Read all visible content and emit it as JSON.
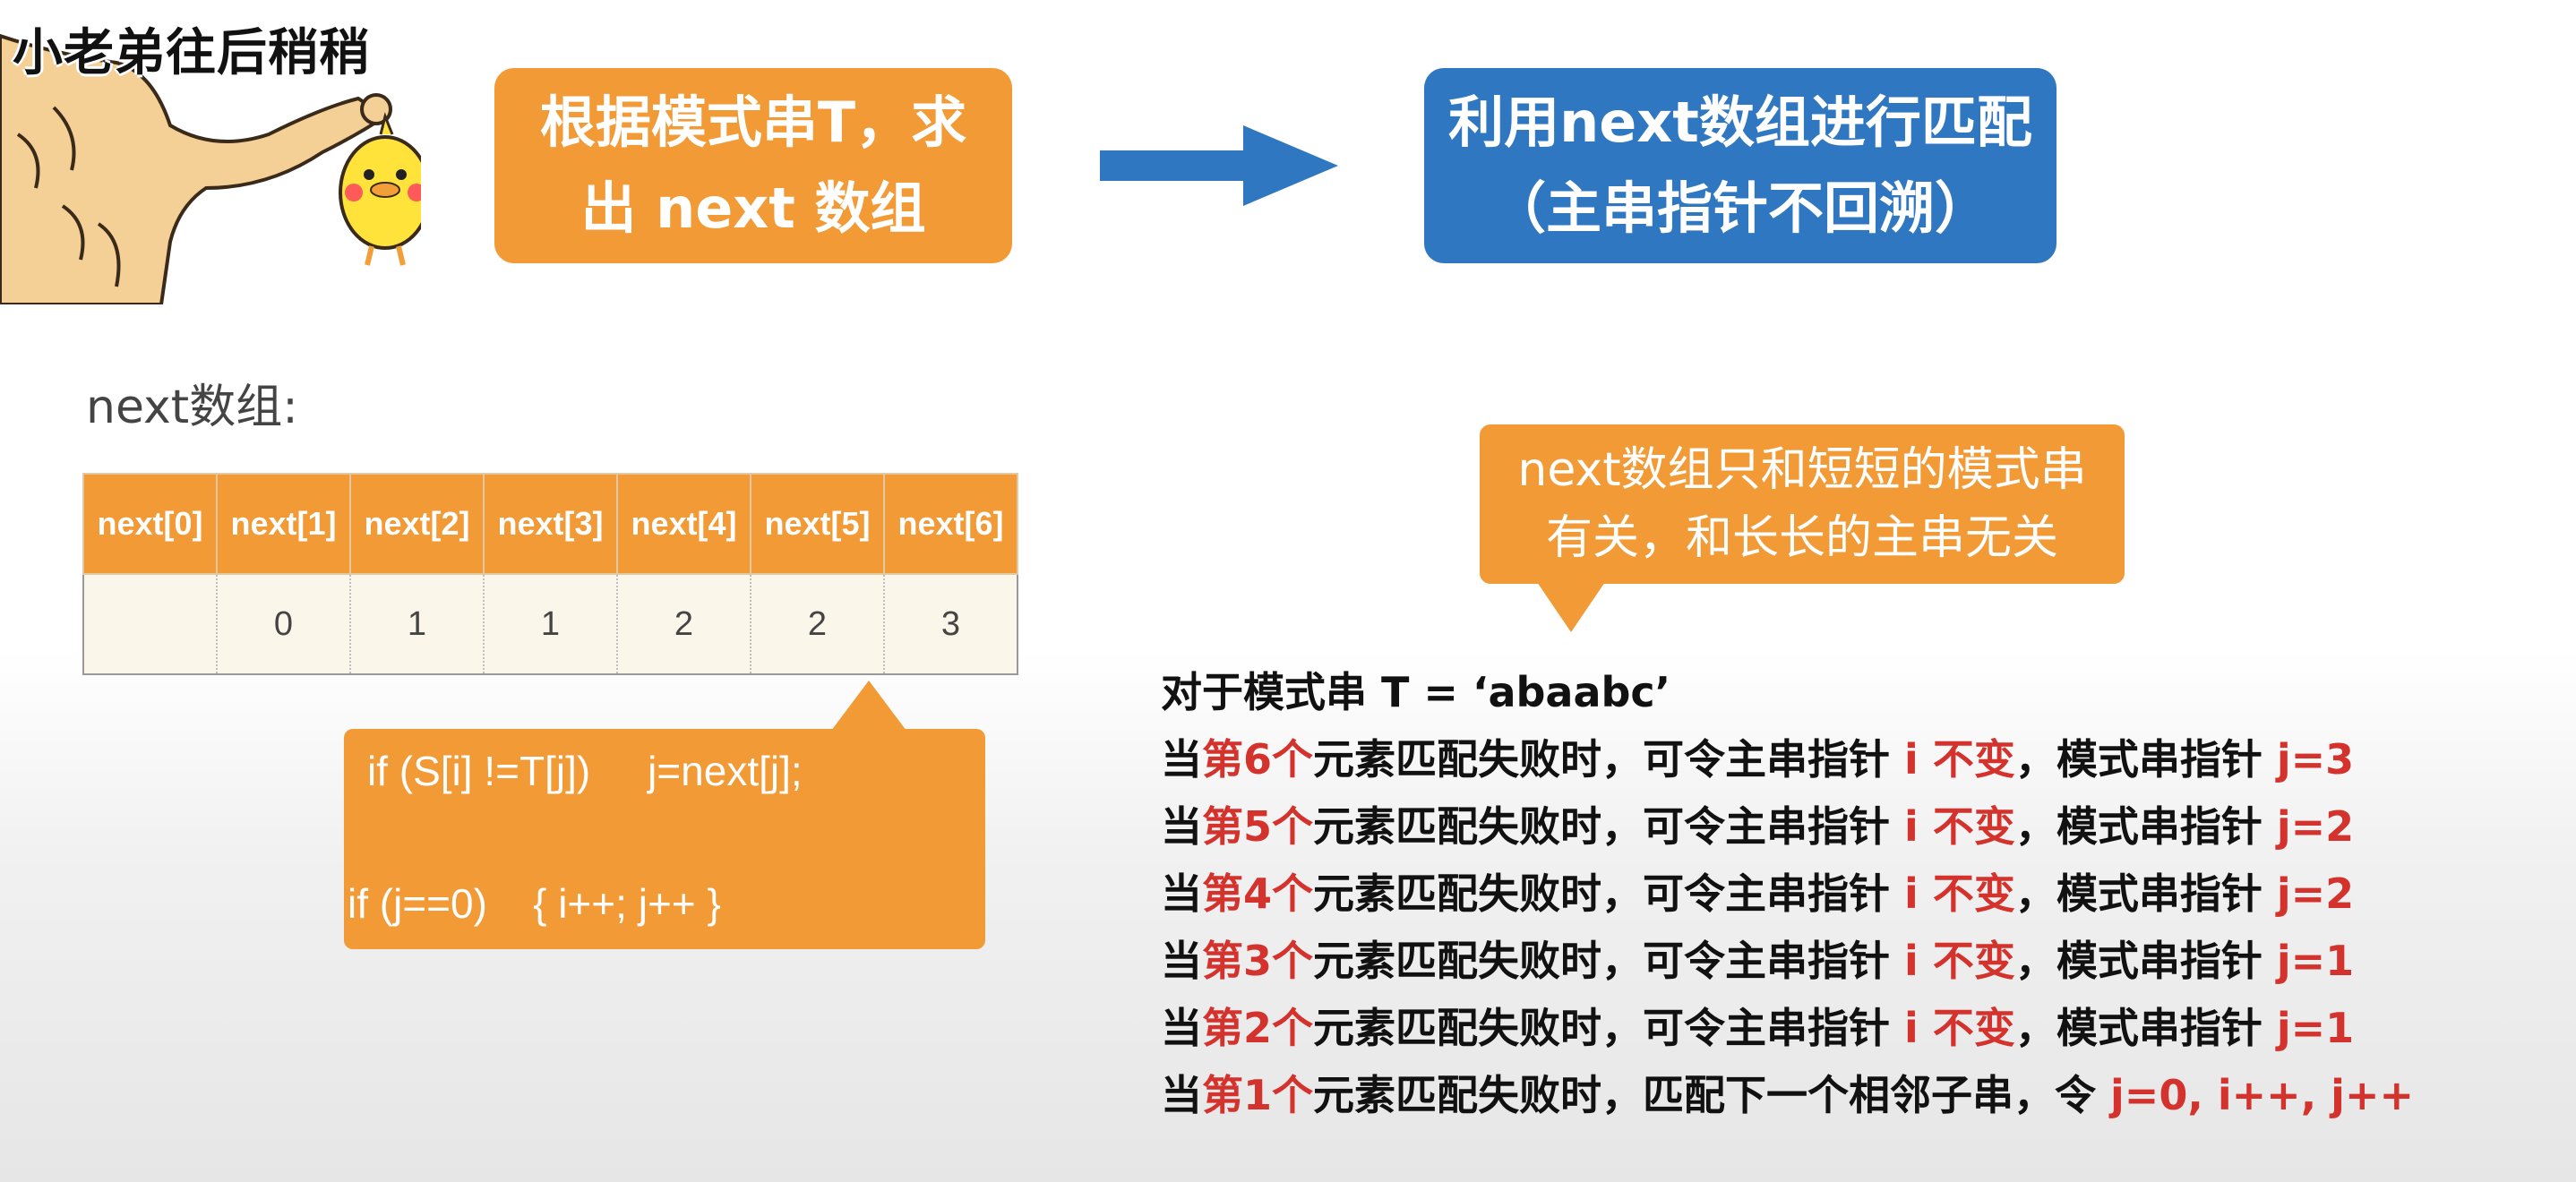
{
  "meme": {
    "caption": "小老弟往后稍稍"
  },
  "flow": {
    "left_box": {
      "line1": "根据模式串T，求",
      "line2": "出 next 数组"
    },
    "right_box": {
      "line1": "利用next数组进行匹配",
      "line2": "（主串指针不回溯）"
    }
  },
  "next_array": {
    "title": "next数组:",
    "headers": [
      "next[0]",
      "next[1]",
      "next[2]",
      "next[3]",
      "next[4]",
      "next[5]",
      "next[6]"
    ],
    "values": [
      "",
      "0",
      "1",
      "1",
      "2",
      "2",
      "3"
    ]
  },
  "code": {
    "line1": "if (S[i] !=T[j])     j=next[j];",
    "line2": "if (j==0)    { i++; j++ }"
  },
  "note": {
    "line1": "next数组只和短短的模式串",
    "line2": "有关，和长长的主串无关"
  },
  "rules": {
    "title": "对于模式串 T = ‘abaabc’",
    "items": [
      {
        "pre": "当",
        "nth": "第6个",
        "mid": "元素匹配失败时，可令主串指针 ",
        "i": "i 不变",
        "post": "，模式串指针 ",
        "j": "j=3"
      },
      {
        "pre": "当",
        "nth": "第5个",
        "mid": "元素匹配失败时，可令主串指针 ",
        "i": "i 不变",
        "post": "，模式串指针 ",
        "j": "j=2"
      },
      {
        "pre": "当",
        "nth": "第4个",
        "mid": "元素匹配失败时，可令主串指针 ",
        "i": "i 不变",
        "post": "，模式串指针 ",
        "j": "j=2"
      },
      {
        "pre": "当",
        "nth": "第3个",
        "mid": "元素匹配失败时，可令主串指针 ",
        "i": "i 不变",
        "post": "，模式串指针 ",
        "j": "j=1"
      },
      {
        "pre": "当",
        "nth": "第2个",
        "mid": "元素匹配失败时，可令主串指针 ",
        "i": "i 不变",
        "post": "，模式串指针 ",
        "j": "j=1"
      },
      {
        "pre": "当",
        "nth": "第1个",
        "mid": "元素匹配失败时，匹配下一个相邻子串，令 ",
        "i": "j=0, i++, j++",
        "post": "",
        "j": ""
      }
    ]
  },
  "colors": {
    "orange": "#f19a36",
    "blue": "#2f77c0",
    "red": "#d4322c"
  }
}
